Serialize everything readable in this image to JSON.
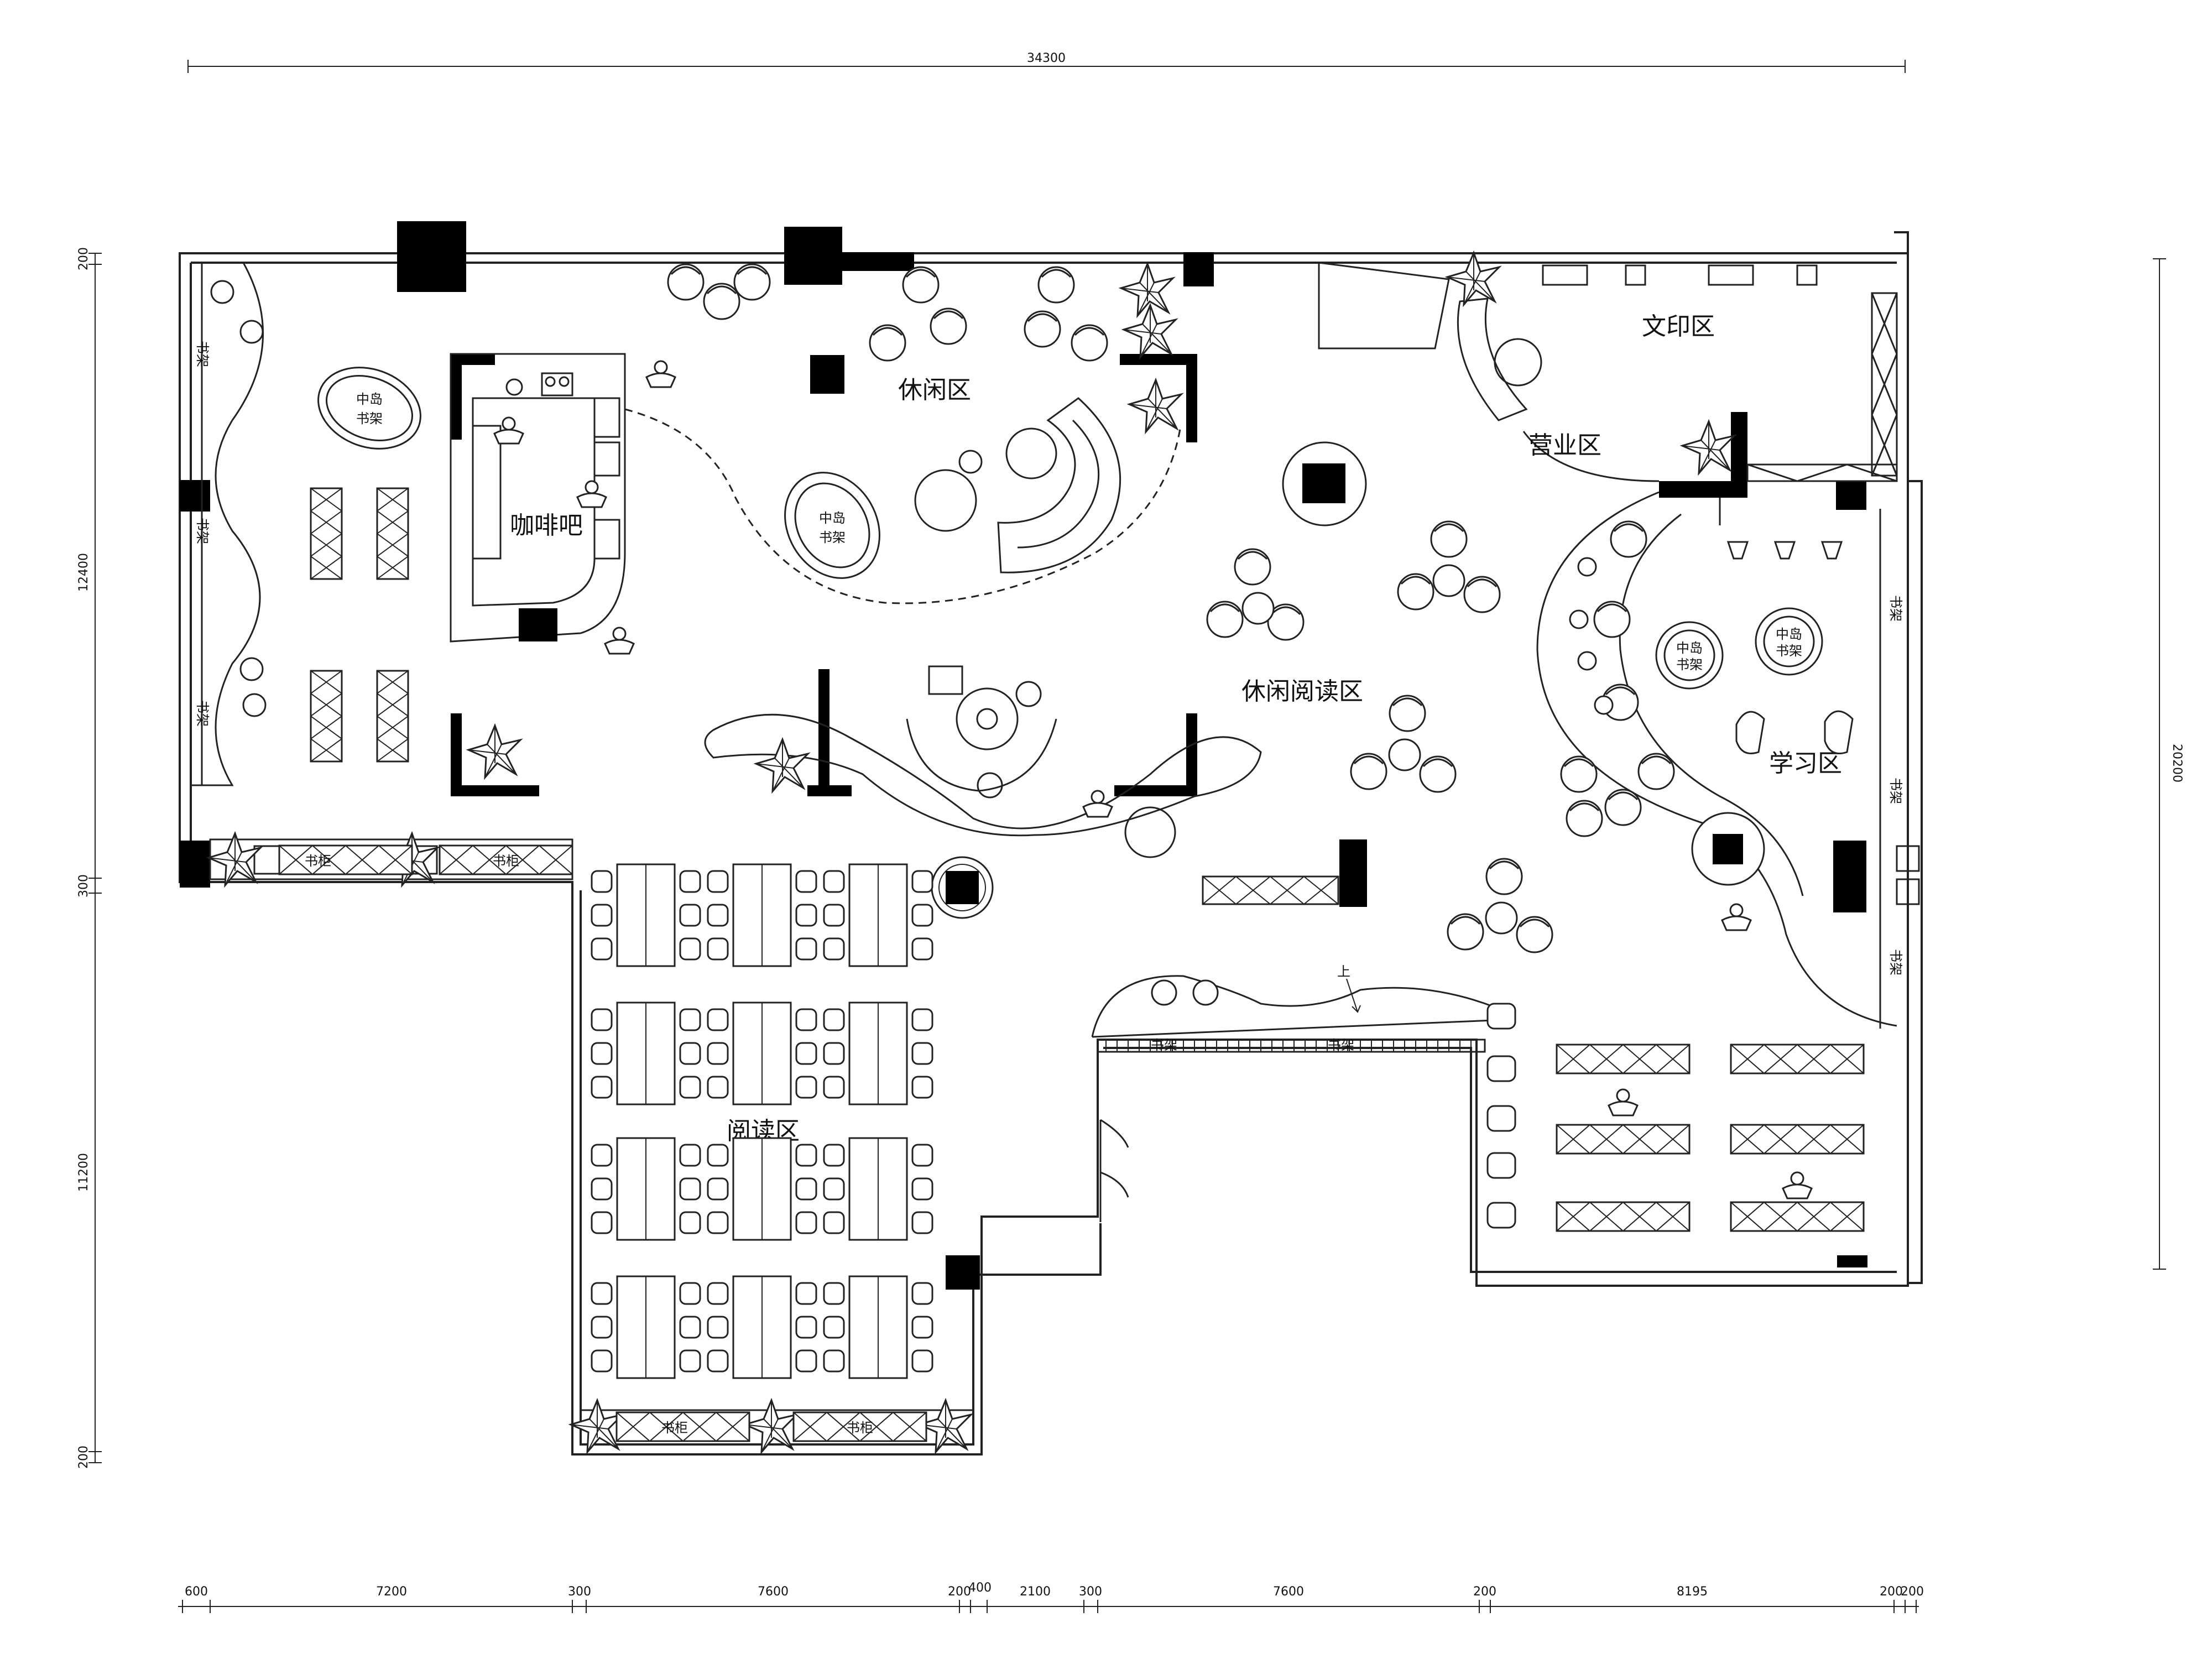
{
  "dimensions": {
    "top_total": "34300",
    "right_total": "20200",
    "left": [
      "200",
      "12400",
      "300",
      "11200",
      "200"
    ],
    "bottom": [
      "600",
      "7200",
      "300",
      "7600",
      "200",
      "400",
      "2100",
      "300",
      "7600",
      "200",
      "8195",
      "200",
      "200"
    ]
  },
  "zones": {
    "coffee_bar": "咖啡吧",
    "leisure": "休闲区",
    "leisure_reading": "休闲阅读区",
    "business": "营业区",
    "print": "文印区",
    "study": "学习区",
    "reading": "阅读区"
  },
  "labels": {
    "island_shelf_line1": "中岛",
    "island_shelf_line2": "书架",
    "bookshelf": "书架",
    "bookcase": "书柜",
    "up": "上"
  },
  "colors": {
    "line": "#1a1a1a",
    "column": "#000000",
    "background": "#ffffff"
  }
}
